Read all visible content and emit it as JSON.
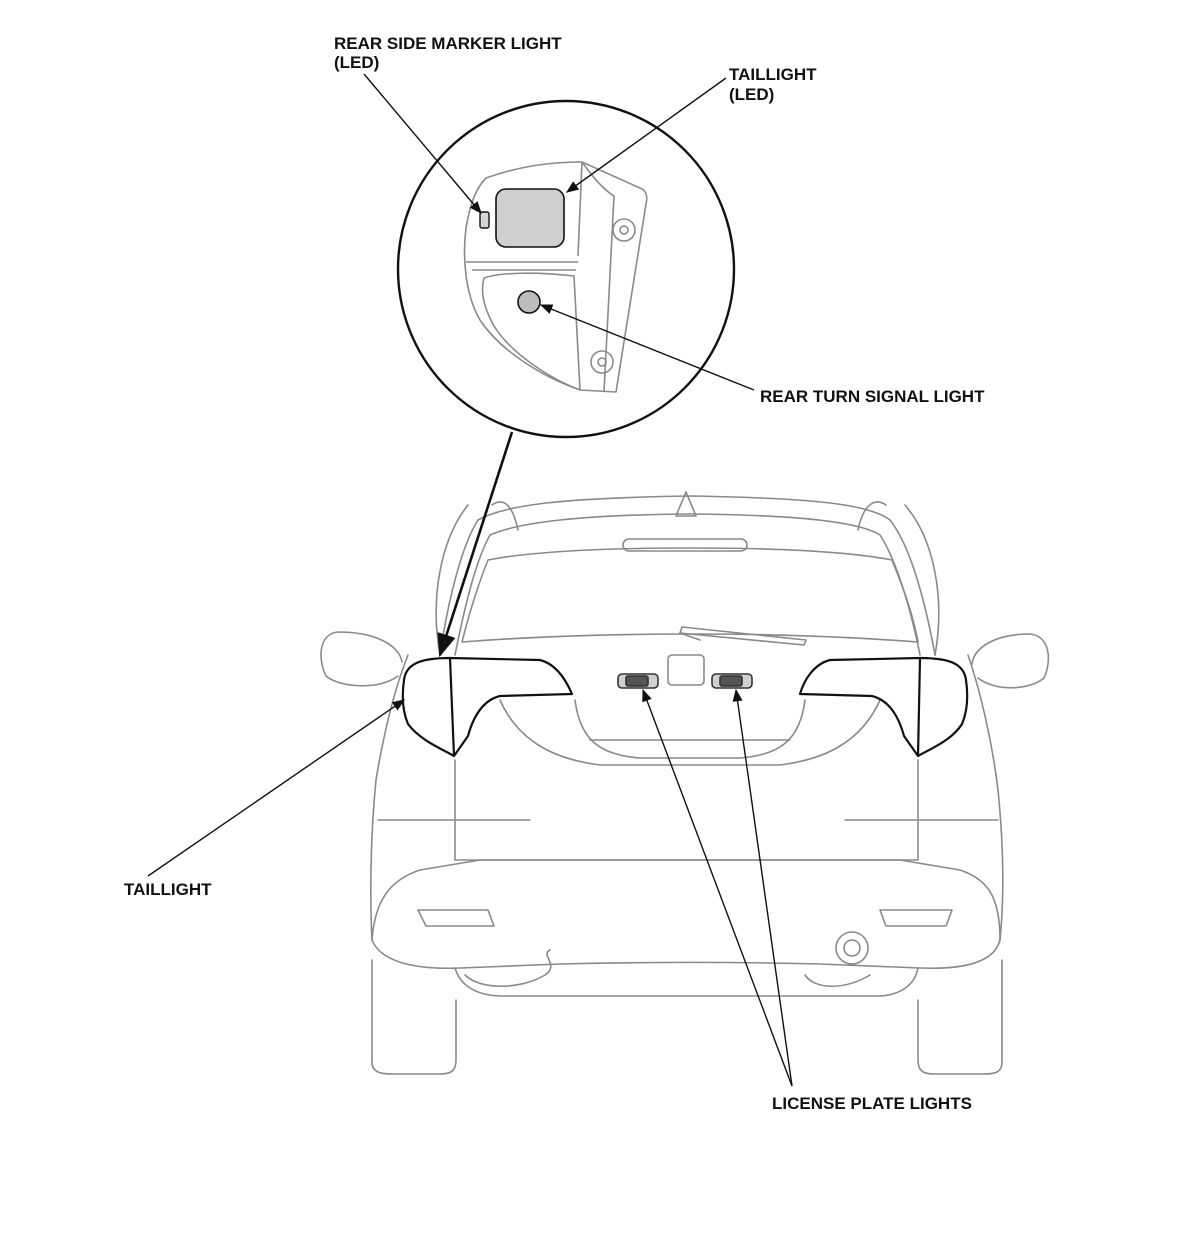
{
  "labels": {
    "rear_side_marker_line1": "REAR SIDE MARKER LIGHT",
    "rear_side_marker_line2": "(LED)",
    "taillight_led_line1": "TAILLIGHT",
    "taillight_led_line2": "(LED)",
    "rear_turn_signal": "REAR TURN SIGNAL LIGHT",
    "taillight": "TAILLIGHT",
    "license_plate_lights": "LICENSE PLATE LIGHTS"
  },
  "colors": {
    "line": "#111111",
    "car_outline": "#8a8a8a",
    "lamp_fill": "#cfcfcf",
    "background": "#ffffff"
  }
}
